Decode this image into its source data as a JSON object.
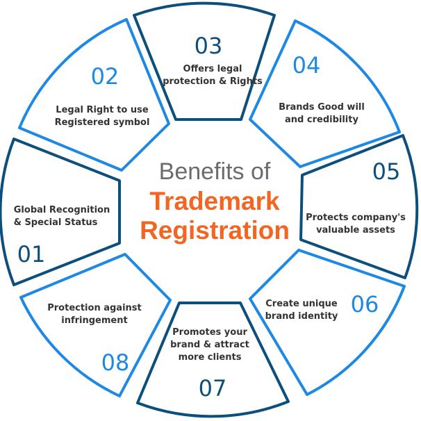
{
  "center": {
    "line1": "Benefits of",
    "line2": "Trademark",
    "line3": "Registration"
  },
  "segments": [
    {
      "number": "01",
      "label": [
        "Global Recognition",
        "& Special Status"
      ]
    },
    {
      "number": "02",
      "label": [
        "Legal Right to use",
        "Registered symbol"
      ]
    },
    {
      "number": "03",
      "label": [
        "Offers legal",
        "protection & Rights"
      ]
    },
    {
      "number": "04",
      "label": [
        "Brands Good will",
        "and credibility"
      ]
    },
    {
      "number": "05",
      "label": [
        "Protects company's",
        "valuable assets"
      ]
    },
    {
      "number": "06",
      "label": [
        "Create unique",
        "brand identity"
      ]
    },
    {
      "number": "07",
      "label": [
        "Promotes your",
        "brand & attract",
        "more clients"
      ]
    },
    {
      "number": "08",
      "label": [
        "Protection against",
        "infringement"
      ]
    }
  ],
  "colors": {
    "light_blue": "#1e88e5",
    "dark_blue": "#0d4f7c",
    "orange": "#f26522",
    "text": "#333333"
  }
}
